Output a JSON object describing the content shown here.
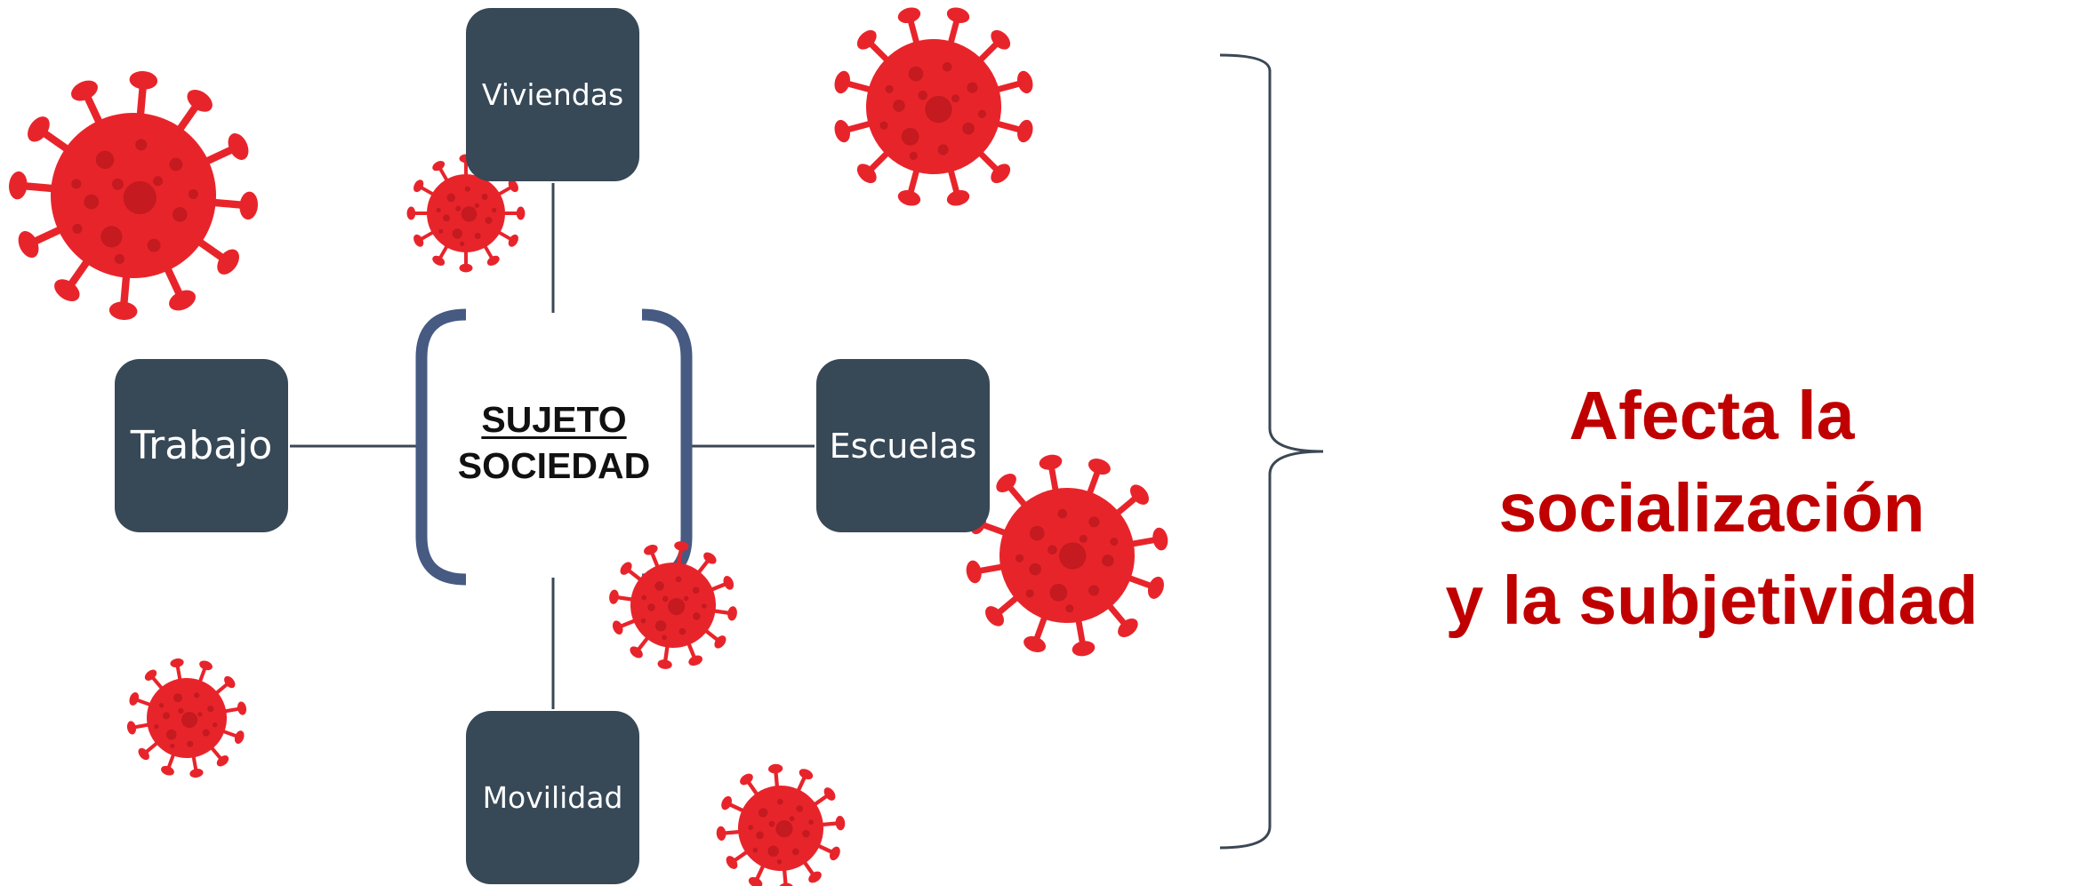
{
  "center": {
    "line1": "SUJETO",
    "line2": "SOCIEDAD"
  },
  "nodes": {
    "viviendas": "Viviendas",
    "trabajo": "Trabajo",
    "escuelas": "Escuelas",
    "movilidad": "Movilidad"
  },
  "conclusion": {
    "line1": "Afecta la socialización",
    "line2": "y la subjetividad"
  },
  "colors": {
    "node_fill": "#374857",
    "bracket": "#465a82",
    "connector": "#3b4754",
    "virus_body": "#e8242b",
    "virus_dark": "#b5161c",
    "conclusion_text": "#c00000"
  },
  "icons": [
    "virus-icon"
  ]
}
